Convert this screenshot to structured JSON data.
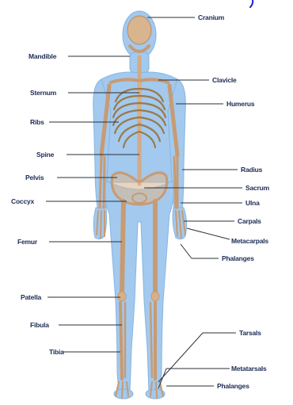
{
  "labels": {
    "cranium": "Cranium",
    "mandible": "Mandible",
    "clavicle": "Clavicle",
    "sternum": "Sternum",
    "humerus": "Humerus",
    "ribs": "Ribs",
    "spine": "Spine",
    "radius": "Radius",
    "pelvis": "Pelvis",
    "sacrum": "Sacrum",
    "coccyx": "Coccyx",
    "ulna": "Ulna",
    "carpals": "Carpals",
    "femur": "Femur",
    "metacarpals": "Metacarpals",
    "phalanges_hand": "Phalanges",
    "patella": "Patella",
    "fibula": "Fibula",
    "tarsals": "Tarsals",
    "tibia": "Tibia",
    "metatarsals": "Metatarsals",
    "phalanges_foot": "Phalanges"
  },
  "colors": {
    "body": "#9fc6ec",
    "body_outline": "#7fb0de",
    "bone": "#c9a07a",
    "leader": "#2a2f3a",
    "label_text": "#1d2c55",
    "ink_mark": "#2222cc"
  }
}
